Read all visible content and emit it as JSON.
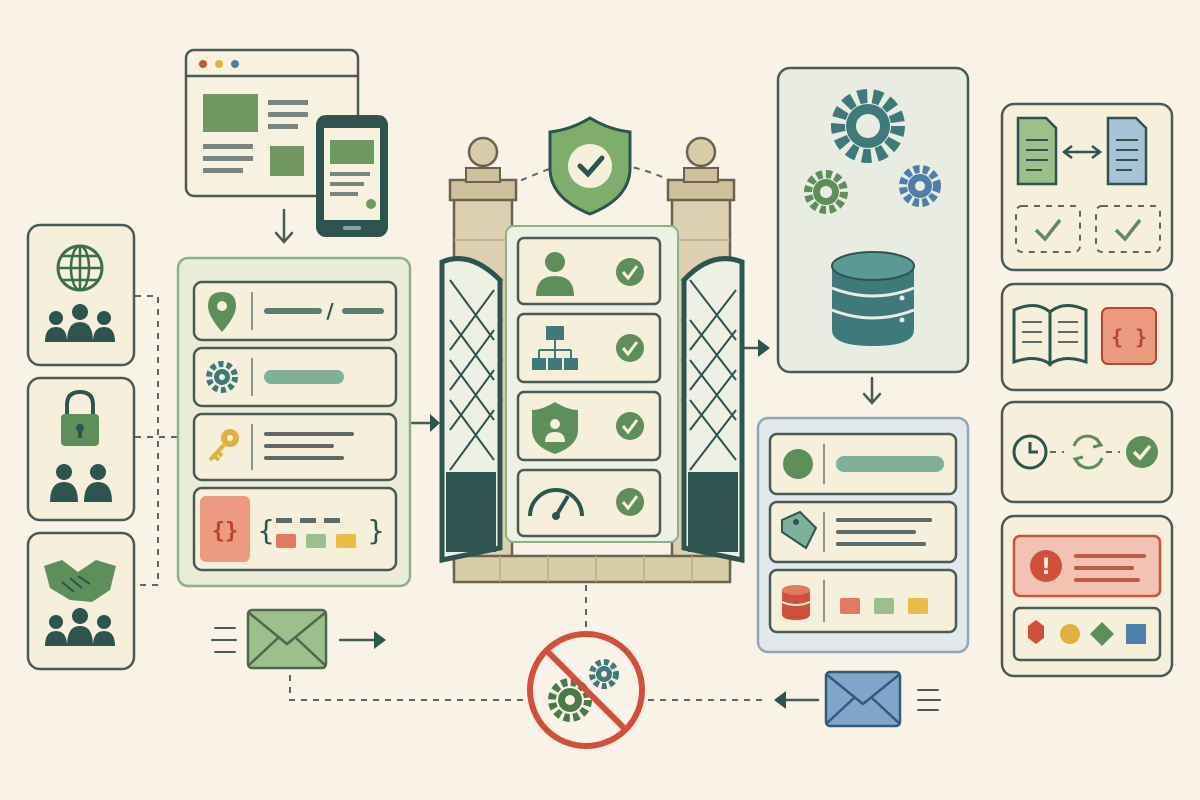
{
  "left_actors": {
    "public": {
      "icon": "globe-icon",
      "group": "user-group-icon"
    },
    "private": {
      "icon": "lock-icon",
      "group": "user-group-icon"
    },
    "partner": {
      "icon": "handshake-icon",
      "group": "user-group-icon"
    }
  },
  "clients": {
    "desktop": "browser-window-icon",
    "mobile": "mobile-phone-icon"
  },
  "request_card": {
    "rows": [
      {
        "icon": "location-pin-icon",
        "kind": "path",
        "separator": "/"
      },
      {
        "icon": "gear-icon",
        "kind": "method"
      },
      {
        "icon": "key-icon",
        "kind": "headers"
      },
      {
        "icon": "code-braces-icon",
        "kind": "body",
        "open_brace": "{",
        "close_brace": "}"
      }
    ]
  },
  "gateway": {
    "shield": "shield-check-icon",
    "checks": [
      {
        "icon": "user-icon",
        "status": "check-icon"
      },
      {
        "icon": "hierarchy-icon",
        "status": "check-icon"
      },
      {
        "icon": "shield-user-icon",
        "status": "check-icon"
      },
      {
        "icon": "speedometer-icon",
        "status": "check-icon"
      }
    ]
  },
  "backend": {
    "gears": [
      "gear-icon",
      "gear-icon",
      "gear-icon"
    ],
    "store": "database-icon"
  },
  "response_card": {
    "rows": [
      {
        "icon": "status-dot-icon"
      },
      {
        "icon": "tag-icon"
      },
      {
        "icon": "database-icon"
      }
    ]
  },
  "side_panels": [
    {
      "name": "contract-compare",
      "icons": [
        "document-icon",
        "swap-icon",
        "document-icon",
        "check-icon",
        "check-icon"
      ]
    },
    {
      "name": "docs",
      "icons": [
        "open-book-icon",
        "code-braces-icon"
      ],
      "brace_text": "{ }"
    },
    {
      "name": "async",
      "icons": [
        "clock-icon",
        "sync-icon",
        "check-icon"
      ]
    },
    {
      "name": "error",
      "icons": [
        "alert-icon"
      ],
      "alert_glyph": "!"
    }
  ],
  "colors": {
    "background": "#f8f3e6",
    "green": "#5e8f5a",
    "teal": "#3e7a7a",
    "dark": "#2e5450",
    "red": "#d0503c",
    "yellow": "#e0b13c",
    "blue": "#4d7fa8"
  }
}
